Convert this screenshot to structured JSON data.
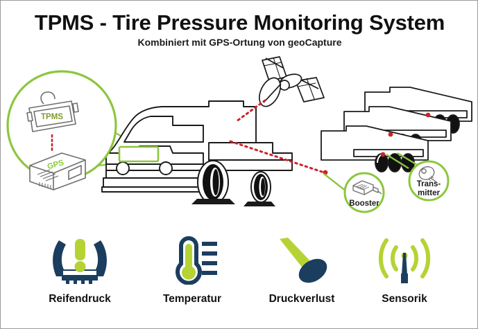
{
  "page": {
    "title": "TPMS - Tire Pressure Monitoring System",
    "subtitle": "Kombiniert mit GPS-Ortung von geoCapture",
    "background": "#ffffff",
    "border_color": "#9a9a9a"
  },
  "colors": {
    "green": "#8cc63e",
    "green_bright": "#b5d334",
    "navy": "#1b3e5e",
    "red_dot": "#cc2229",
    "line_black": "#1a1a1a",
    "tire_black": "#111111",
    "device_gray": "#6e6e6e",
    "text_dark": "#111111"
  },
  "magnifier": {
    "name": "magnifier-circle",
    "devices": [
      {
        "id": "tpms-display",
        "label": "TPMS",
        "label_color": "#7f9b2e"
      },
      {
        "id": "gps-box",
        "label": "GPS",
        "label_color": "#8cc63e"
      }
    ],
    "link": "red-dotted-link"
  },
  "scene": {
    "truck": {
      "name": "truck-outline",
      "highlight_box": "tpms-unit-highlight"
    },
    "satellite": {
      "name": "gps-satellite"
    },
    "signal_links": [
      {
        "name": "satellite-to-truck-link",
        "style": "red-dotted"
      },
      {
        "name": "truck-to-trailer-link",
        "style": "red-dotted"
      }
    ],
    "trailers": {
      "name": "trailer-stack",
      "count": 3
    },
    "sensor_dots": {
      "name": "wheel-sensor-dot",
      "count": 4,
      "color": "#cc2229"
    },
    "callouts": [
      {
        "id": "booster",
        "label": "Booster",
        "lines": [
          "Booster"
        ]
      },
      {
        "id": "transmitter",
        "label": "Trans-mitter",
        "lines": [
          "Trans-",
          "mitter"
        ]
      }
    ]
  },
  "features": [
    {
      "id": "reifendruck",
      "label": "Reifendruck",
      "icon": "tire-pressure-icon"
    },
    {
      "id": "temperatur",
      "label": "Temperatur",
      "icon": "thermometer-icon"
    },
    {
      "id": "druckverlust",
      "label": "Druckverlust",
      "icon": "nail-icon"
    },
    {
      "id": "sensorik",
      "label": "Sensorik",
      "icon": "antenna-icon"
    }
  ]
}
